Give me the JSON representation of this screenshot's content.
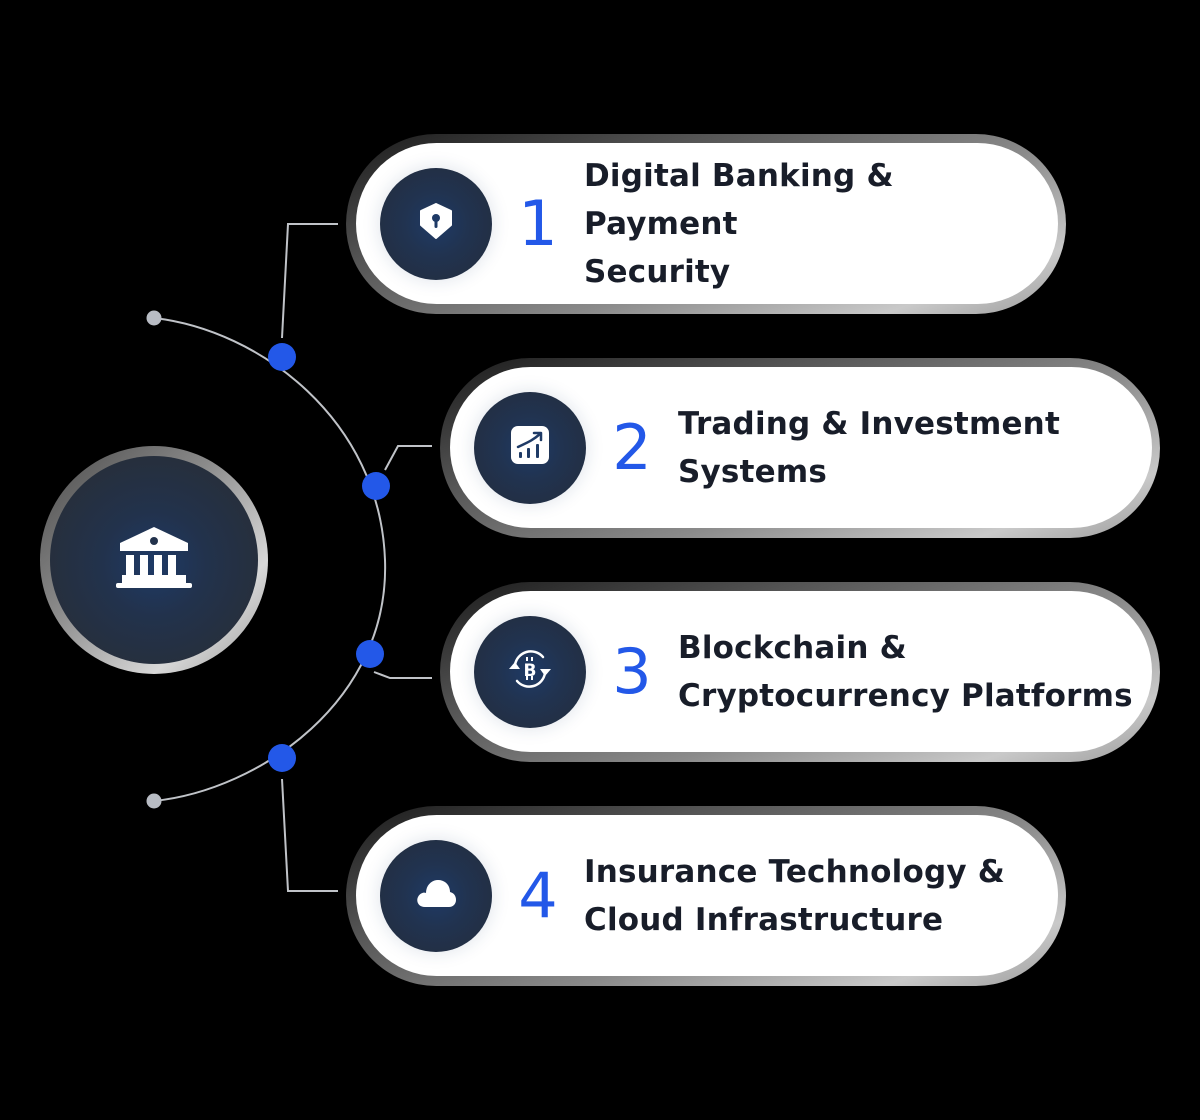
{
  "diagram": {
    "hub": {
      "icon": "bank-icon"
    },
    "colors": {
      "background": "#000000",
      "accent": "#2358e8",
      "node": "#2358e8",
      "endpoint": "#b8bcc4",
      "line": "#c0c3c8",
      "icon_bg": "#222e42",
      "card_bg": "#ffffff",
      "text": "#181d29"
    },
    "items": [
      {
        "number": "1",
        "line1": "Digital Banking & Payment",
        "line2": "Security",
        "icon": "shield-lock-icon"
      },
      {
        "number": "2",
        "line1": "Trading & Investment",
        "line2": "Systems",
        "icon": "chart-growth-icon"
      },
      {
        "number": "3",
        "line1": "Blockchain &",
        "line2": "Cryptocurrency Platforms",
        "icon": "bitcoin-exchange-icon"
      },
      {
        "number": "4",
        "line1": "Insurance Technology &",
        "line2": "Cloud Infrastructure",
        "icon": "cloud-icon"
      }
    ]
  }
}
